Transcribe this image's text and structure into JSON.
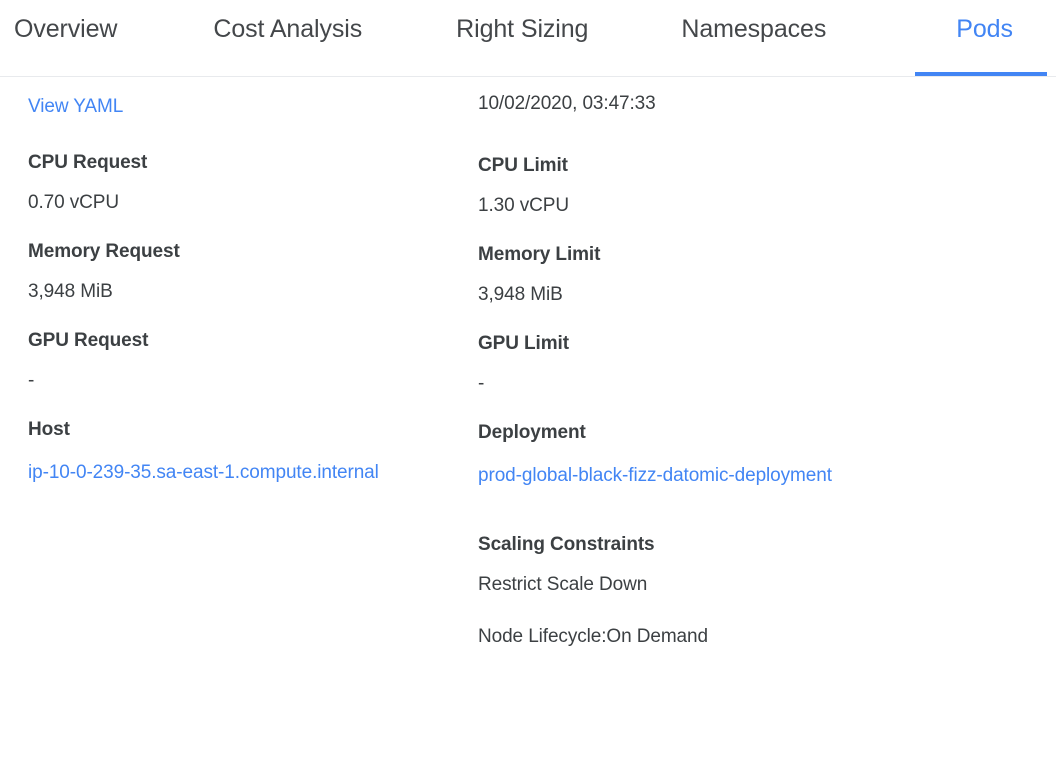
{
  "tabs": [
    {
      "label": "Overview",
      "active": false
    },
    {
      "label": "Cost Analysis",
      "active": false
    },
    {
      "label": "Right Sizing",
      "active": false
    },
    {
      "label": "Namespaces",
      "active": false
    },
    {
      "label": "Pods",
      "active": true
    }
  ],
  "colors": {
    "accent": "#4285f4",
    "text": "#3c4043",
    "border": "#e8eaed"
  },
  "left_column": {
    "view_yaml_link": "View YAML",
    "fields": [
      {
        "label": "CPU Request",
        "value": "0.70 vCPU"
      },
      {
        "label": "Memory Request",
        "value": "3,948 MiB"
      },
      {
        "label": "GPU Request",
        "value": "-"
      }
    ],
    "host": {
      "label": "Host",
      "value": "ip-10-0-239-35.sa-east-1.compute.internal"
    }
  },
  "right_column": {
    "timestamp": "10/02/2020, 03:47:33",
    "fields": [
      {
        "label": "CPU Limit",
        "value": "1.30 vCPU"
      },
      {
        "label": "Memory Limit",
        "value": "3,948 MiB"
      },
      {
        "label": "GPU Limit",
        "value": "-"
      }
    ],
    "deployment": {
      "label": "Deployment",
      "value": "prod-global-black-fizz-datomic-deployment"
    },
    "scaling_constraints": {
      "label": "Scaling Constraints",
      "items": [
        "Restrict Scale Down",
        "Node Lifecycle:On Demand"
      ]
    }
  }
}
